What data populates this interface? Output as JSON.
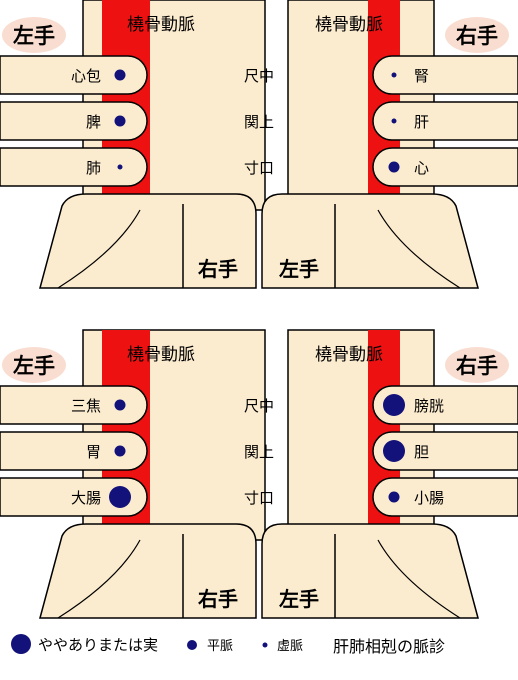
{
  "colors": {
    "skin": "#fceccf",
    "artery": "#ee1111",
    "dot": "#12127a",
    "outline": "#000000",
    "badge": "#f9ddd0"
  },
  "labels": {
    "artery": "橈骨動脈",
    "hand_left": "左手",
    "hand_right": "右手",
    "position_chi": "尺中",
    "position_guan": "関上",
    "position_cun": "寸口"
  },
  "panels": [
    {
      "left_organs": [
        {
          "label": "心包",
          "pulse": "normal"
        },
        {
          "label": "脾",
          "pulse": "normal"
        },
        {
          "label": "肺",
          "pulse": "weak"
        }
      ],
      "right_organs": [
        {
          "label": "腎",
          "pulse": "weak"
        },
        {
          "label": "肝",
          "pulse": "weak"
        },
        {
          "label": "心",
          "pulse": "normal"
        }
      ]
    },
    {
      "left_organs": [
        {
          "label": "三焦",
          "pulse": "normal"
        },
        {
          "label": "胃",
          "pulse": "normal"
        },
        {
          "label": "大腸",
          "pulse": "strong"
        }
      ],
      "right_organs": [
        {
          "label": "膀胱",
          "pulse": "strong"
        },
        {
          "label": "胆",
          "pulse": "strong"
        },
        {
          "label": "小腸",
          "pulse": "normal"
        }
      ]
    }
  ],
  "legend": {
    "strong": "ややありまたは実",
    "normal": "平脈",
    "weak": "虚脈"
  },
  "caption": "肝肺相剋の脈診"
}
